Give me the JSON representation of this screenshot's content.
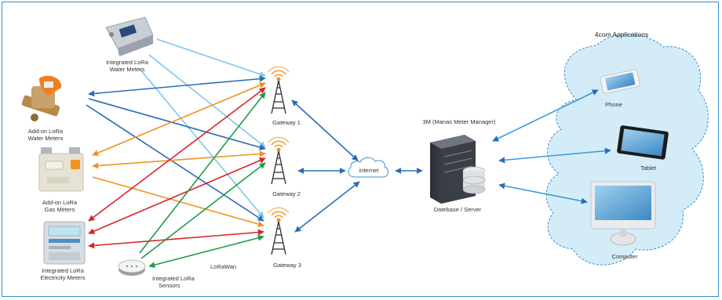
{
  "colors": {
    "blue": "#2a6cb5",
    "light_blue": "#7ec7ec",
    "orange": "#f0921e",
    "red": "#d9232a",
    "green": "#1f9a46",
    "cloud_fill": "#d4ecf8",
    "cloud_stroke": "#3b8fd1",
    "border": "#2f8fd0"
  },
  "labels": {
    "water_integrated": [
      "Integrated LoRa",
      "Water Meters"
    ],
    "water_addon": [
      "Add-on LoRa",
      "Water Meters"
    ],
    "gas_addon": [
      "Add-on LoRa",
      "Gas Meters"
    ],
    "electricity": [
      "Integrated LoRa",
      "Electricity Meters"
    ],
    "sensors": [
      "Integrated LoRa",
      "Sensors"
    ],
    "lorawan": "LoRaWan",
    "gateway1": "Gateway 1",
    "gateway2": "Gateway 2",
    "gateway3": "Gateway 3",
    "internet": "internet",
    "manager": "3M (Manas Meter Manager)",
    "server": "Datebase / Server",
    "apps_title": "4com Applications",
    "phone": "Phone",
    "tablet": "Tablet",
    "computer": "Computer"
  },
  "icons": {
    "water_integrated": "water-meter-icon",
    "water_addon": "add-on-water-meter-icon",
    "gas": "gas-meter-icon",
    "electricity": "electricity-meter-icon",
    "sensor": "sensor-icon",
    "gateway": "antenna-tower-icon",
    "internet": "cloud-icon",
    "server": "server-icon",
    "phone": "phone-icon",
    "tablet": "tablet-icon",
    "computer": "computer-icon"
  }
}
